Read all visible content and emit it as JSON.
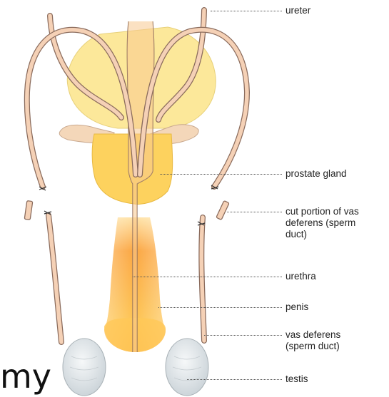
{
  "labels": {
    "ureter": "ureter",
    "prostate": "prostate gland",
    "cut_vas": "cut portion of vas\ndeferens (sperm\nduct)",
    "urethra": "urethra",
    "penis": "penis",
    "vas_deferens": "vas deferens\n(sperm duct)",
    "testis": "testis"
  },
  "fragment_text": "my",
  "colors": {
    "bladder": "#FCE89A",
    "prostate": "#FDD25E",
    "seminal_vesicle": "#F4D7B9",
    "duct": "#F5D1B6",
    "duct_edge": "#8A6B5C",
    "penis_top": "#FBA640",
    "penis_bottom": "#FDD56B",
    "testis": "#E4E9EC"
  }
}
